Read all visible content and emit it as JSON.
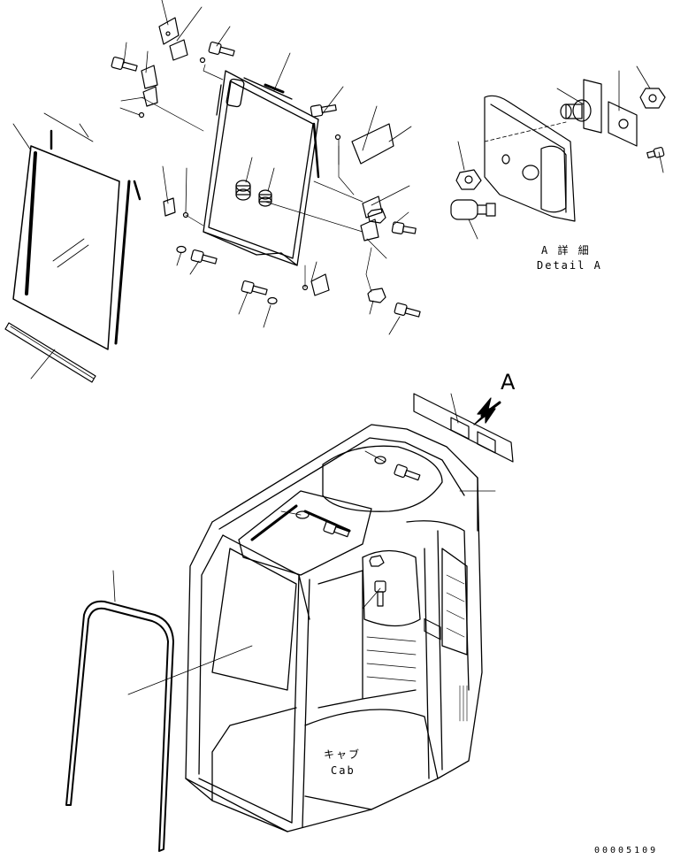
{
  "detail": {
    "label_jp": "A 詳 細",
    "label_en": "Detail A"
  },
  "callout_letter": "A",
  "cab": {
    "label_jp": "キャブ",
    "label_en": "Cab"
  },
  "drawing_number": "00005109"
}
